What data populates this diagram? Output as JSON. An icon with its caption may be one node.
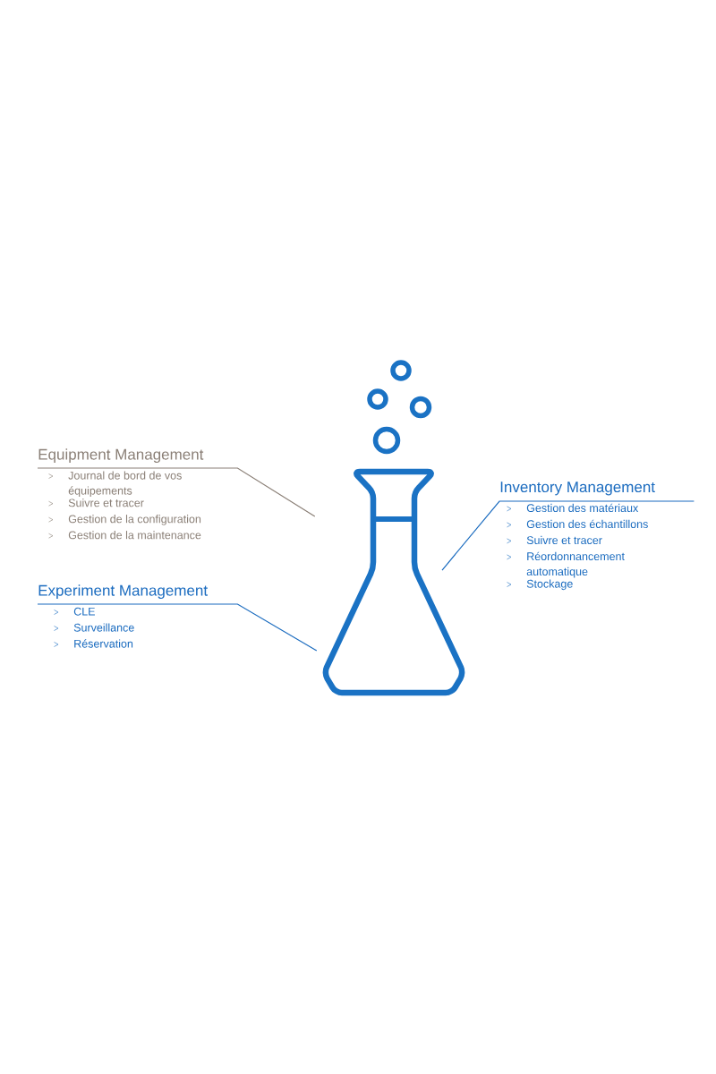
{
  "diagram": {
    "nodes": [
      {
        "text": [
          "Equipment Management",
          "Journal de bord de vos équipements",
          "Suivre et tracer",
          "Gestion de la configuration",
          "Gestion de la maintenance"
        ]
      },
      {
        "text": [
          "Experiment Management",
          "CLE",
          "Surveillance",
          "Réservation"
        ]
      },
      {
        "text": [
          "Inventory Management",
          "Gestion des matériaux",
          "Gestion des échantillons",
          "Suivre et tracer",
          "Réordonnancement automatique",
          "Stockage"
        ]
      },
      {
        "text": [],
        "shape": "flask"
      }
    ],
    "edges": [
      {
        "from": 0,
        "to": 3,
        "arrow": "none",
        "color": "#8a7f76"
      },
      {
        "from": 1,
        "to": 3,
        "arrow": "none"
      },
      {
        "from": 2,
        "to": 3,
        "arrow": "none"
      }
    ]
  }
}
